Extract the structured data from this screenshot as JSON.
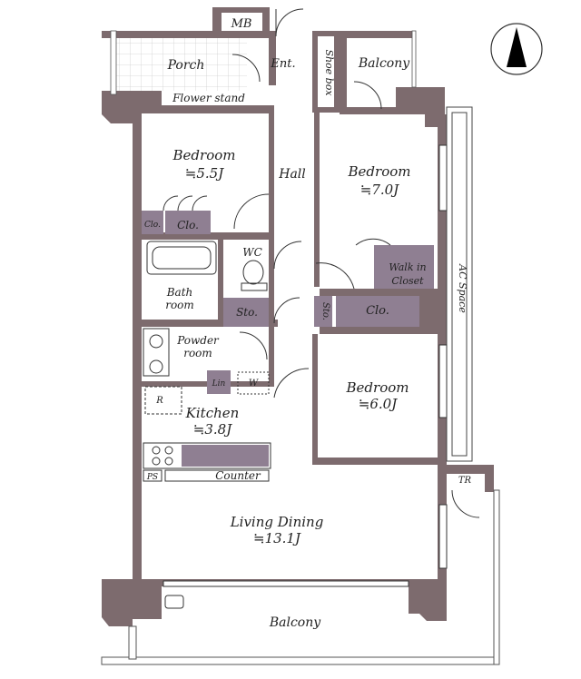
{
  "plan": {
    "rooms": {
      "mb": "MB",
      "porch": "Porch",
      "flower_stand": "Flower stand",
      "entrance": "Ent.",
      "shoe_box": "Shoe box",
      "balcony_top": "Balcony",
      "bedroom1": "Bedroom",
      "bedroom1_size": "≒5.5J",
      "hall": "Hall",
      "bedroom2": "Bedroom",
      "bedroom2_size": "≒7.0J",
      "clo_small": "Clo.",
      "clo1": "Clo.",
      "wc": "WC",
      "walk_in_1": "Walk in",
      "walk_in_2": "Closet",
      "ac_space": "AC Space",
      "bath_1": "Bath",
      "bath_2": "room",
      "sto1": "Sto.",
      "sto2": "Sto.",
      "clo2": "Clo.",
      "powder_1": "Powder",
      "powder_2": "room",
      "lin": "Lin",
      "w": "W",
      "refrigerator": "R",
      "bedroom3": "Bedroom",
      "bedroom3_size": "≒6.0J",
      "kitchen": "Kitchen",
      "kitchen_size": "≒3.8J",
      "ps": "PS",
      "counter": "Counter",
      "tr": "TR",
      "living": "Living Dining",
      "living_size": "≒13.1J",
      "balcony_bottom": "Balcony"
    }
  }
}
